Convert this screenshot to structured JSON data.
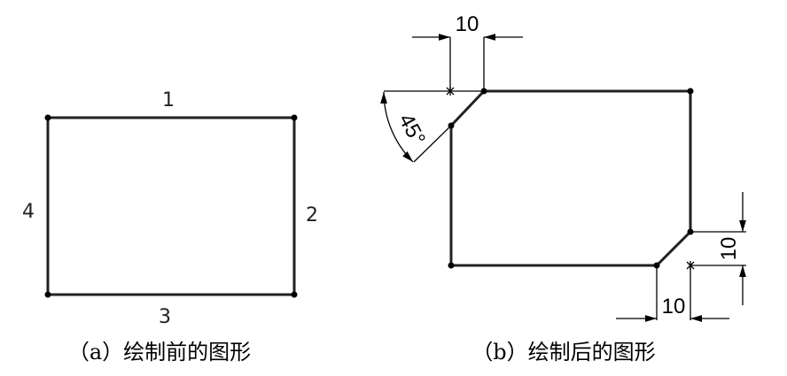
{
  "figure_a": {
    "edge_labels": [
      "1",
      "2",
      "3",
      "4"
    ],
    "caption": "（a）绘制前的图形"
  },
  "figure_b": {
    "dim_top": "10",
    "angle": "45°",
    "dim_bottom": "10",
    "dim_right": "10",
    "caption": "（b）绘制后的图形"
  }
}
